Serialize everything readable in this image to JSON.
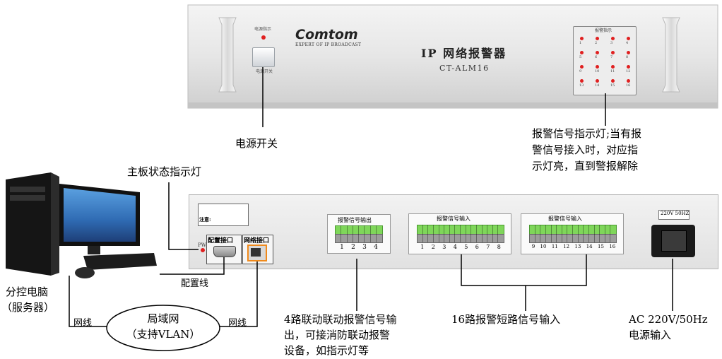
{
  "front_panel": {
    "brand": "Comtom",
    "brand_tagline": "EXPERT OF IP BROADCAST",
    "title": "IP 网络报警器",
    "model": "CT-ALM16",
    "power_indicator_text": "电源指示",
    "power_switch_text": "电源开关",
    "alarm_indicator_header": "报警指示",
    "alarm_channels": [
      "1",
      "2",
      "3",
      "4",
      "5",
      "6",
      "7",
      "8",
      "9",
      "10",
      "11",
      "12",
      "13",
      "14",
      "15",
      "16"
    ]
  },
  "rear_panel": {
    "pw_label": "PW",
    "config_port_label": "配置接口",
    "network_port_label": "网络接口",
    "alarm_output_header": "报警信号输出",
    "alarm_output_numbers": [
      "1",
      "2",
      "3",
      "4"
    ],
    "alarm_input_header_1": "报警信号输入",
    "alarm_input_numbers_1": [
      "1",
      "2",
      "3",
      "4",
      "5",
      "6",
      "7",
      "8"
    ],
    "alarm_input_header_2": "报警信号输入",
    "alarm_input_numbers_2": [
      "9",
      "10",
      "11",
      "12",
      "13",
      "14",
      "15",
      "16"
    ],
    "power_rating": "220V 50HZ",
    "warning_label": "注意:"
  },
  "annotations": {
    "power_switch": "电源开关",
    "alarm_indicator_line1": "报警信号指示灯;当有报",
    "alarm_indicator_line2": "警信号接入时，对应指",
    "alarm_indicator_line3": "示灯亮，直到警报解除",
    "mainboard_indicator": "主板状态指示灯",
    "config_cable": "配置线",
    "sub_pc_line1": "分控电脑",
    "sub_pc_line2": "（服务器）",
    "network_cable_left": "网线",
    "network_cable_right": "网线",
    "lan_line1": "局域网",
    "lan_line2": "（支持VLAN）",
    "output_desc_line1": "4路联动联动报警信号输",
    "output_desc_line2": "出，可接消防联动报警",
    "output_desc_line3": "设备，如指示灯等",
    "input_desc": "16路报警短路信号输入",
    "power_desc_line1": "AC 220V/50Hz",
    "power_desc_line2": "电源输入"
  },
  "colors": {
    "led_red": "#e02020",
    "terminal_green": "#7fd65a",
    "network_port_orange": "#f08a1c"
  }
}
